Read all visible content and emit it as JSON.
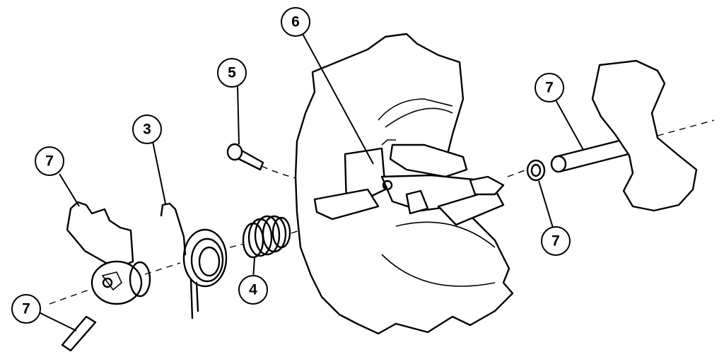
{
  "callouts": {
    "c7_top_left": "7",
    "c3": "3",
    "c5": "5",
    "c6": "6",
    "c4": "4",
    "c7_bottom_left": "7",
    "c7_top_right": "7",
    "c7_washer": "7"
  },
  "colors": {
    "line": "#000000",
    "background": "#ffffff"
  }
}
